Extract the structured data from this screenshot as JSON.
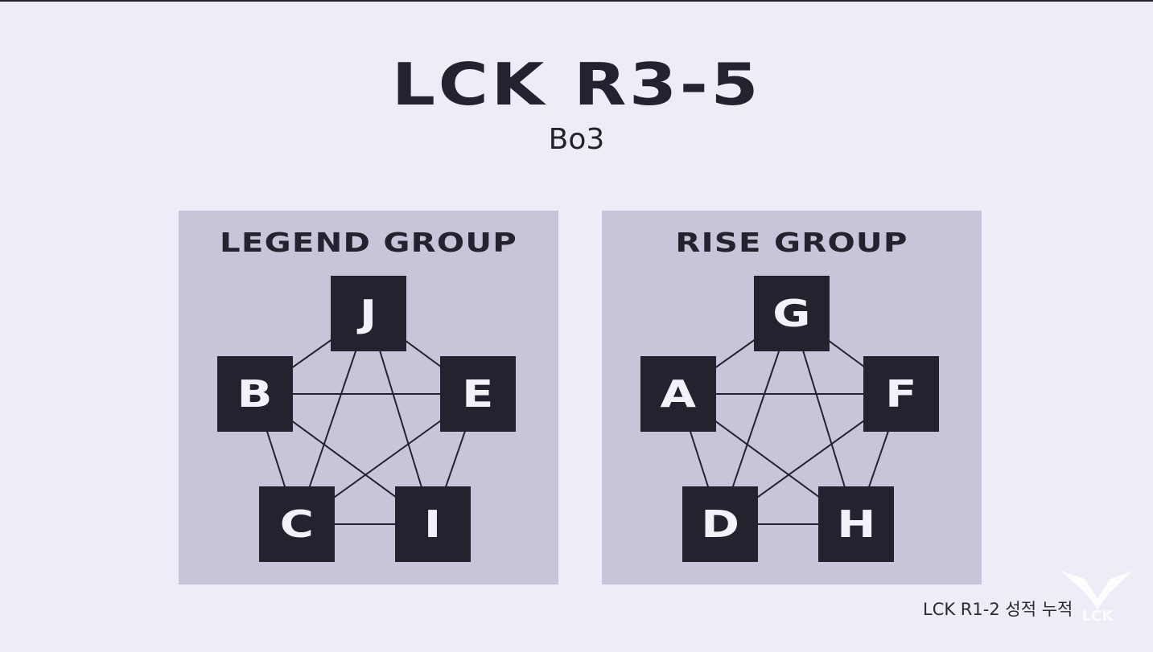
{
  "title": "LCK R3-5",
  "subtitle": "Bo3",
  "groups": [
    {
      "name": "LEGEND GROUP",
      "teams": [
        "J",
        "B",
        "E",
        "C",
        "I"
      ]
    },
    {
      "name": "RISE GROUP",
      "teams": [
        "G",
        "A",
        "F",
        "D",
        "H"
      ]
    }
  ],
  "footnote": "LCK R1-2 성적 누적",
  "logo_text": "LCK",
  "colors": {
    "background": "#eeedf7",
    "panel": "#c9c4d9",
    "dark": "#25222f"
  }
}
